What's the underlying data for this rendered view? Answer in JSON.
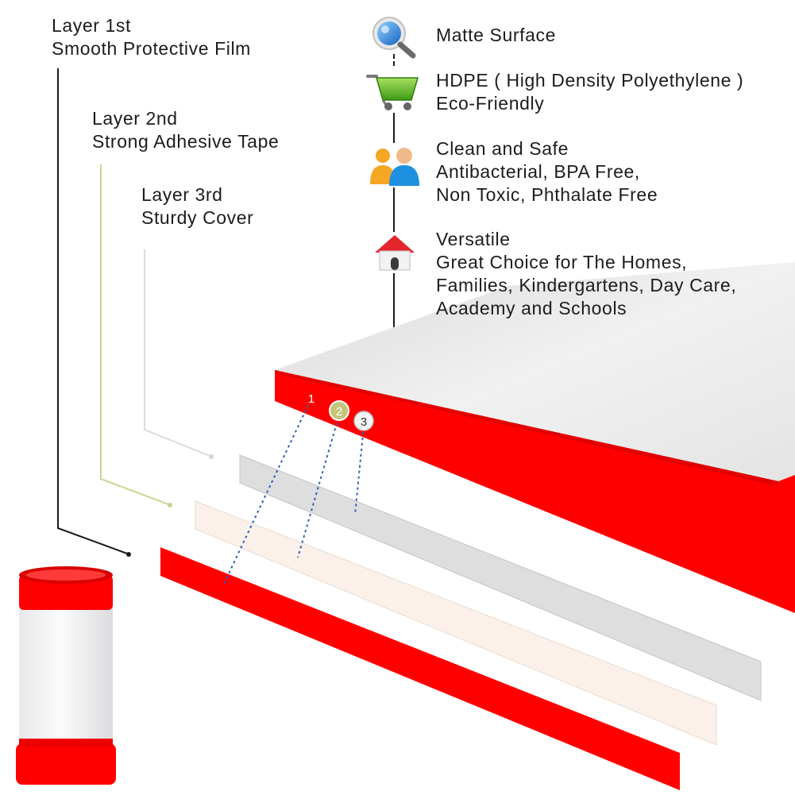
{
  "layers": [
    {
      "title": "Layer 1st",
      "subtitle": "Smooth Protective Film",
      "color": "#1b1b1b"
    },
    {
      "title": "Layer 2nd",
      "subtitle": "Strong Adhesive Tape",
      "color": "#c9d68c"
    },
    {
      "title": "Layer 3rd",
      "subtitle": "Sturdy Cover",
      "color": "#dcdcdc"
    }
  ],
  "features": [
    {
      "icon": "magnifier-icon",
      "lines": [
        "Matte Surface"
      ]
    },
    {
      "icon": "shopping-cart-icon",
      "lines": [
        "HDPE ( High Density Polyethylene )",
        "Eco-Friendly"
      ]
    },
    {
      "icon": "people-icon",
      "lines": [
        "Clean and Safe",
        "Antibacterial, BPA Free,",
        "Non Toxic, Phthalate Free"
      ]
    },
    {
      "icon": "house-icon",
      "lines": [
        "Versatile",
        "Great Choice for The Homes,",
        "Families, Kindergartens, Day Care,",
        "Academy and Schools"
      ]
    }
  ],
  "markers": [
    "1",
    "2",
    "3"
  ],
  "colors": {
    "red": "#ff0000",
    "board": "#e6e6e6",
    "adhesive": "#fbf1ea",
    "cover": "#dedede",
    "marker2": "#c4c47a"
  }
}
